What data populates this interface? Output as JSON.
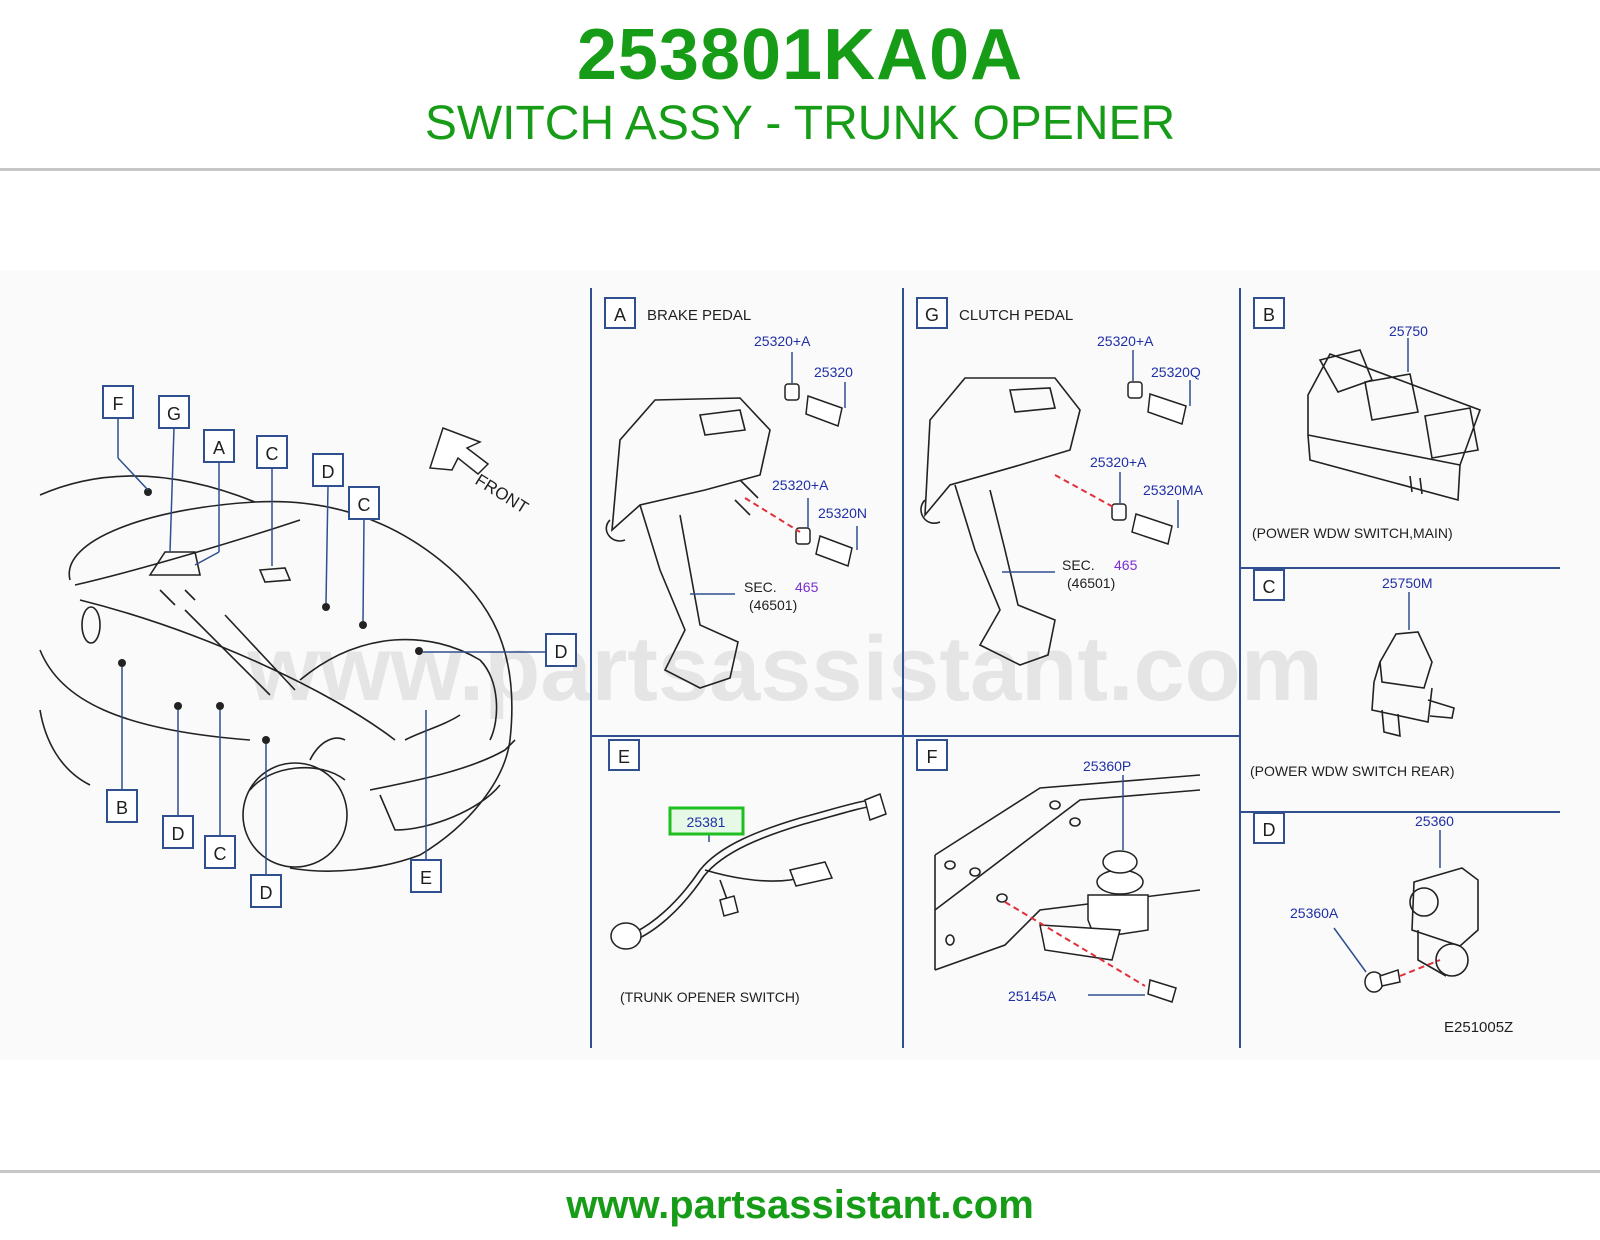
{
  "header": {
    "part_number": "253801KA0A",
    "part_name": "SWITCH ASSY - TRUNK OPENER"
  },
  "footer": {
    "url": "www.partsassistant.com"
  },
  "watermark": "www.partsassistant.com",
  "diagram": {
    "front_label": "FRONT",
    "code": "E251005Z",
    "overview_callouts": [
      "F",
      "G",
      "A",
      "C",
      "D",
      "C",
      "D",
      "B",
      "D",
      "C",
      "D",
      "E"
    ],
    "panels": {
      "A": {
        "letter": "A",
        "title": "BRAKE   PEDAL",
        "parts": [
          "25320+A",
          "25320",
          "25320+A",
          "25320N"
        ],
        "sec_label": "SEC.",
        "sec_num": "465",
        "sec_ref": "(46501)"
      },
      "G": {
        "letter": "G",
        "title": "CLUTCH   PEDAL",
        "parts": [
          "25320+A",
          "25320Q",
          "25320+A",
          "25320MA"
        ],
        "sec_label": "SEC.",
        "sec_num": "465",
        "sec_ref": "(46501)"
      },
      "B": {
        "letter": "B",
        "parts": [
          "25750"
        ],
        "caption": "(POWER   WDW   SWITCH,MAIN)"
      },
      "C": {
        "letter": "C",
        "parts": [
          "25750M"
        ],
        "caption": "(POWER   WDW   SWITCH   REAR)"
      },
      "E": {
        "letter": "E",
        "parts": [
          "25381"
        ],
        "caption": "(TRUNK   OPENER   SWITCH)"
      },
      "F": {
        "letter": "F",
        "parts": [
          "25360P",
          "25145A"
        ]
      },
      "D": {
        "letter": "D",
        "parts": [
          "25360",
          "25360A"
        ]
      }
    }
  },
  "colors": {
    "brand_green": "#169c16",
    "part_blue": "#1f2fa6",
    "section_purple": "#7a2fd0",
    "highlight_green": "#1fbf1f",
    "frame_blue": "#2f4f8f"
  }
}
